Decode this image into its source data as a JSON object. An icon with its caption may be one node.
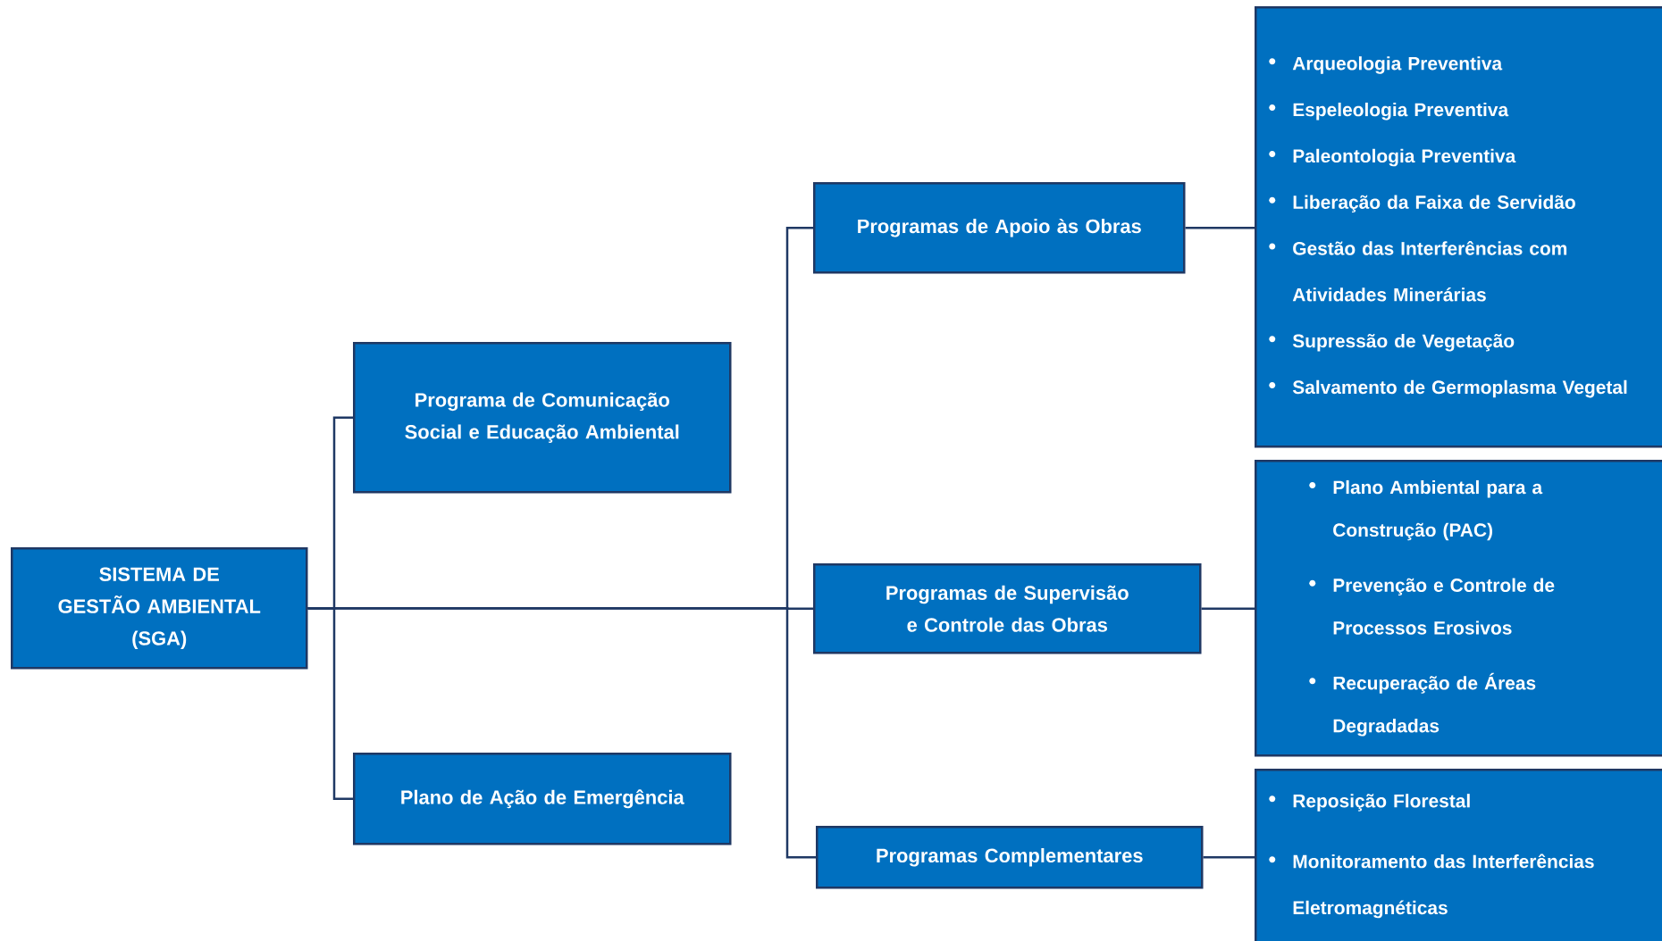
{
  "diagram": {
    "nodes": [
      {
        "text": [
          "SISTEMA DE GESTÃO AMBIENTAL",
          "(SGA)"
        ]
      },
      {
        "text": [
          "Programa de Comunicação Social e Educação Ambiental"
        ]
      },
      {
        "text": [
          "Plano de Ação de Emergência"
        ]
      },
      {
        "text": [
          "Programas de Apoio às Obras"
        ]
      },
      {
        "text": [
          "Programas de Supervisão e Controle das Obras"
        ]
      },
      {
        "text": [
          "Programas Complementares"
        ]
      },
      {
        "text": [
          "Arqueologia Preventiva",
          "Espeleologia Preventiva",
          "Paleontologia Preventiva",
          "Liberação da Faixa de Servidão",
          "Gestão das Interferências com Atividades Minerárias",
          "Supressão de Vegetação",
          "Salvamento de Germoplasma Vegetal"
        ]
      },
      {
        "text": [
          "Plano Ambiental para a Construção (PAC)",
          "Prevenção e Controle de Processos Erosivos",
          "Recuperação de Áreas Degradadas"
        ]
      },
      {
        "text": [
          "Reposição Florestal",
          "Monitoramento das Interferências Eletromagnéticas"
        ]
      }
    ],
    "edges": [
      {
        "from": 0,
        "to": 1,
        "arrow": "none"
      },
      {
        "from": 0,
        "to": 2,
        "arrow": "none"
      },
      {
        "from": 0,
        "to": 3,
        "arrow": "none"
      },
      {
        "from": 0,
        "to": 4,
        "arrow": "none"
      },
      {
        "from": 0,
        "to": 5,
        "arrow": "none"
      },
      {
        "from": 3,
        "to": 6,
        "arrow": "none"
      },
      {
        "from": 4,
        "to": 7,
        "arrow": "none"
      },
      {
        "from": 5,
        "to": 8,
        "arrow": "none"
      }
    ]
  }
}
